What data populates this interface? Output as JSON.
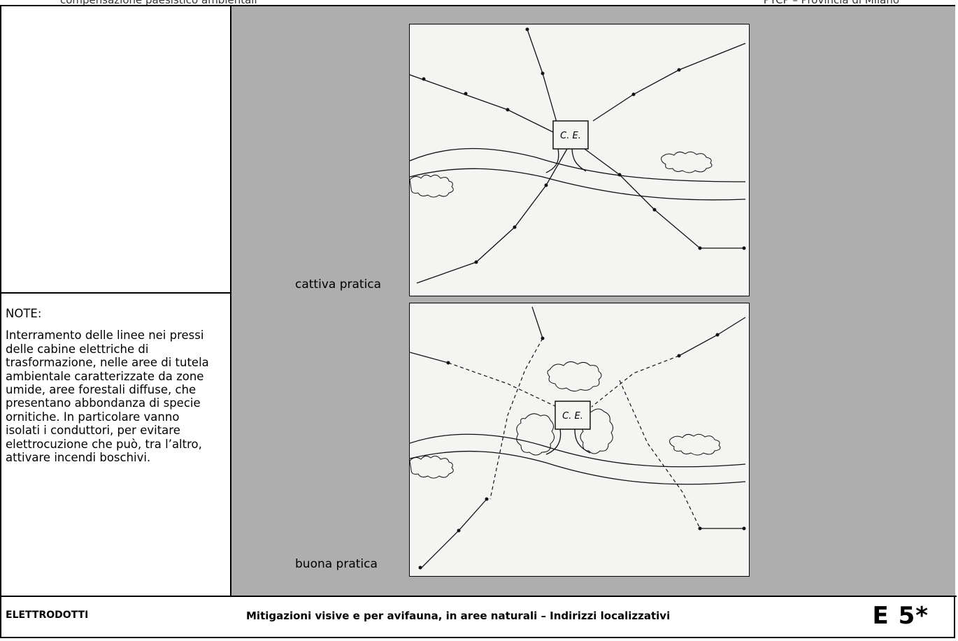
{
  "header": {
    "left": "compensazione paesistico ambientali",
    "right": "PTCP – Provincia di Milano"
  },
  "notes": {
    "heading": "NOTE:",
    "body": "Interramento delle linee nei pressi delle cabine elettriche di trasformazione, nelle aree di tutela ambientale caratterizzate da zone umide, aree forestali diffuse, che presentano abbondanza di specie ornitiche. In particolare vanno isolati i conduttori, per evitare elettrocuzione che può, tra l’altro, attivare incendi boschivi."
  },
  "figures": [
    {
      "caption": "cattiva pratica",
      "label": "C. E."
    },
    {
      "caption": "buona pratica",
      "label": "C. E."
    }
  ],
  "footer": {
    "category": "ELETTRODOTTI",
    "title": "Mitigazioni visive e per avifauna, in aree naturali – Indirizzi localizzativi",
    "code": "E 5*"
  }
}
